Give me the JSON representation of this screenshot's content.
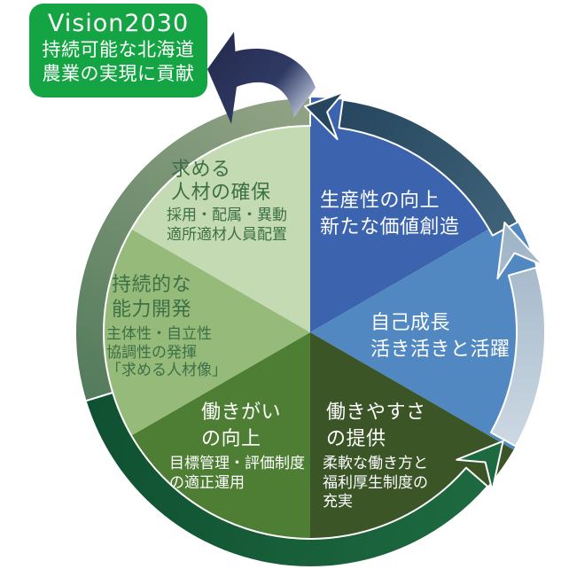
{
  "vision_box": {
    "title": "Vision2030",
    "subtitle": "持続可能な北海道\n農業の実現に貢献",
    "background_color": "#14a444"
  },
  "segments": [
    {
      "name": "productivity",
      "label": "生産性の向上\n新たな価値創造",
      "sub": "",
      "color": "#3c63ad"
    },
    {
      "name": "self-growth",
      "label": "自己成長\n活き活きと活躍",
      "sub": "",
      "color": "#5288c1"
    },
    {
      "name": "ease-of-work",
      "label": "働きやすさ\nの提供",
      "sub": "柔軟な働き方と\n福利厚生制度の\n充実",
      "color": "#3b5527"
    },
    {
      "name": "job-satisfaction",
      "label": "働きがい\nの向上",
      "sub": "目標管理・評価制度\nの適正運用",
      "color": "#4e7e33"
    },
    {
      "name": "capability-development",
      "label": "持続的な\n能力開発",
      "sub": "主体性・自立性\n協調性の発揮\n「求める人材像」",
      "color": "#95ba7a"
    },
    {
      "name": "talent-acquisition",
      "label": "求める\n人材の確保",
      "sub": "採用・配属・異動\n適所適材人員配置",
      "color": "#c4dab2"
    }
  ],
  "arrows": {
    "bottom_cycle_arrow_color": "#12563a",
    "right_cycle_arrow_color": "#b5c6d6",
    "top_right_cycle_arrow_color": "#2e5168",
    "left_cycle_band_color": "#6f8d6d",
    "vision_arrow_color": "#272e53"
  }
}
